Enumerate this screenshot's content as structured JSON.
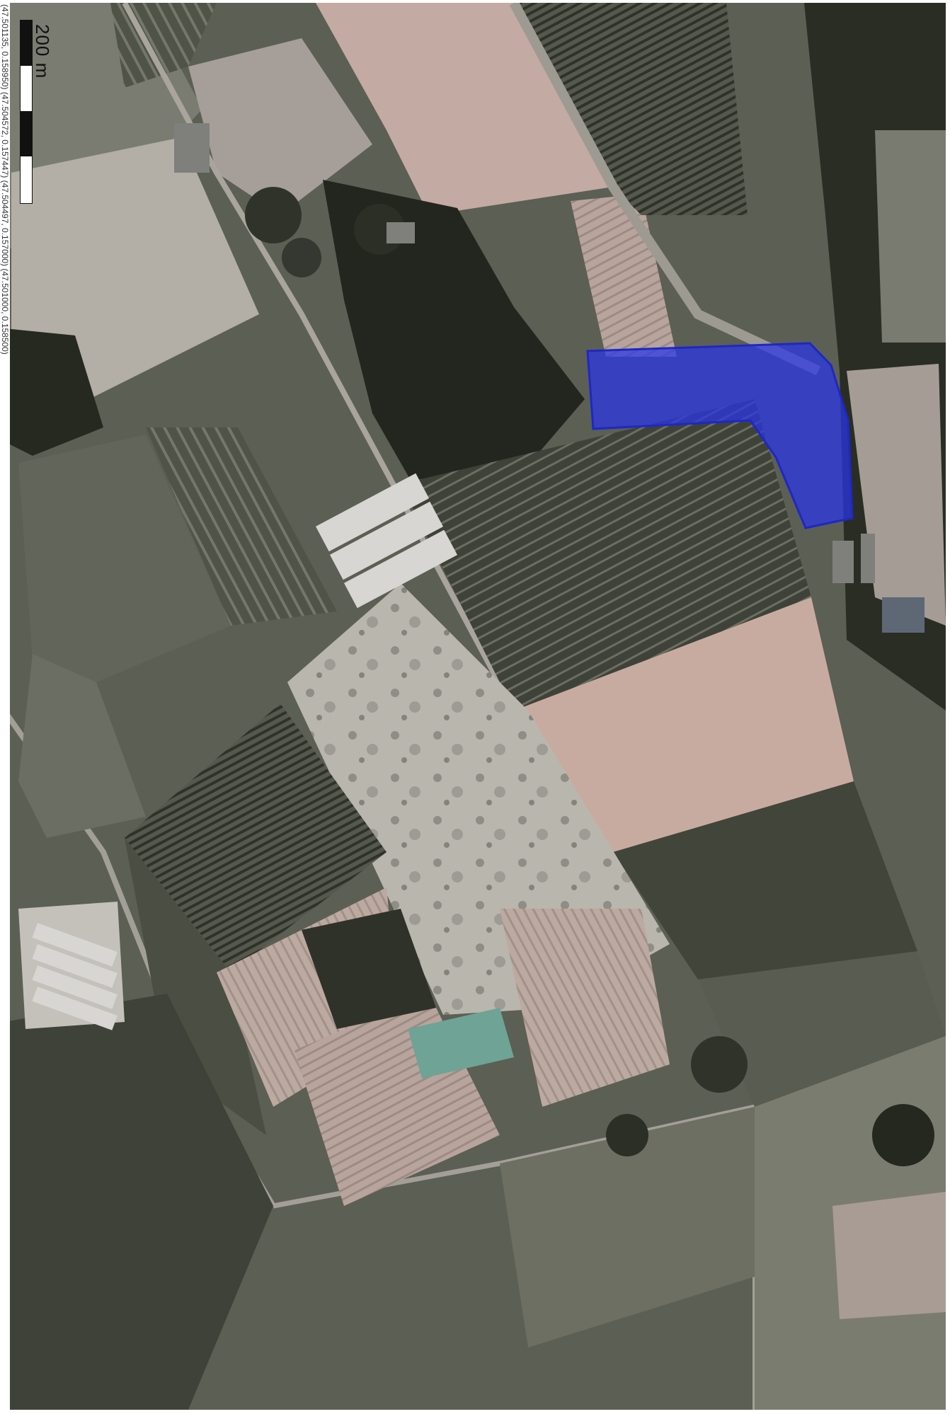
{
  "map": {
    "type": "aerial-orthophoto",
    "scale_label": "200 m",
    "coords_text": "(47.501135, 0.158950) (47.504572, 0.157447) (47.504497, 0.157000) (47.501000, 0.158500)",
    "highlight_color": "#2a35e8",
    "highlight_opacity": 0.72
  }
}
